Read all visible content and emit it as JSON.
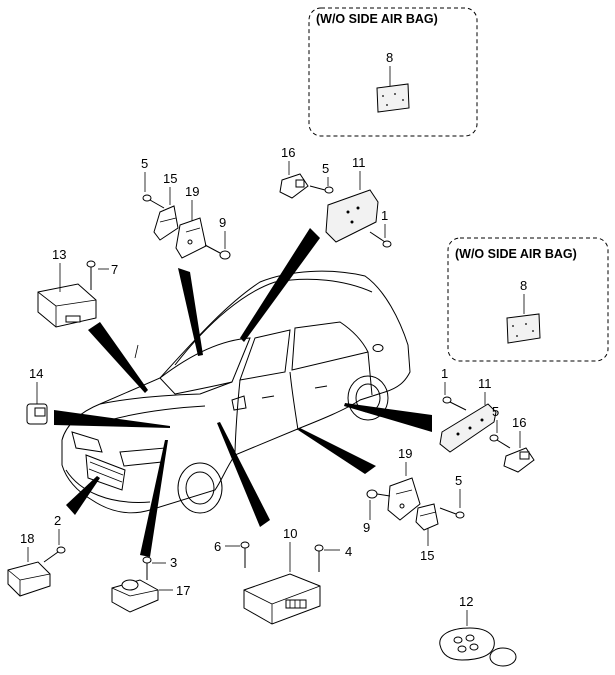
{
  "boxes": {
    "top_header": "(W/O SIDE AIR BAG)",
    "right_header": "(W/O SIDE AIR BAG)"
  },
  "callouts": {
    "c8_top": "8",
    "c5_a": "5",
    "c15_a": "15",
    "c19_a": "19",
    "c9_a": "9",
    "c16_a": "16",
    "c5_b": "5",
    "c11_a": "11",
    "c1_a": "1",
    "c13": "13",
    "c7": "7",
    "c8_right": "8",
    "c14": "14",
    "c1_b": "1",
    "c11_b": "11",
    "c5_c": "5",
    "c16_b": "16",
    "c19_b": "19",
    "c5_d": "5",
    "c9_b": "9",
    "c15_b": "15",
    "c2": "2",
    "c18": "18",
    "c3": "3",
    "c17": "17",
    "c6": "6",
    "c10": "10",
    "c4": "4",
    "c12": "12"
  }
}
